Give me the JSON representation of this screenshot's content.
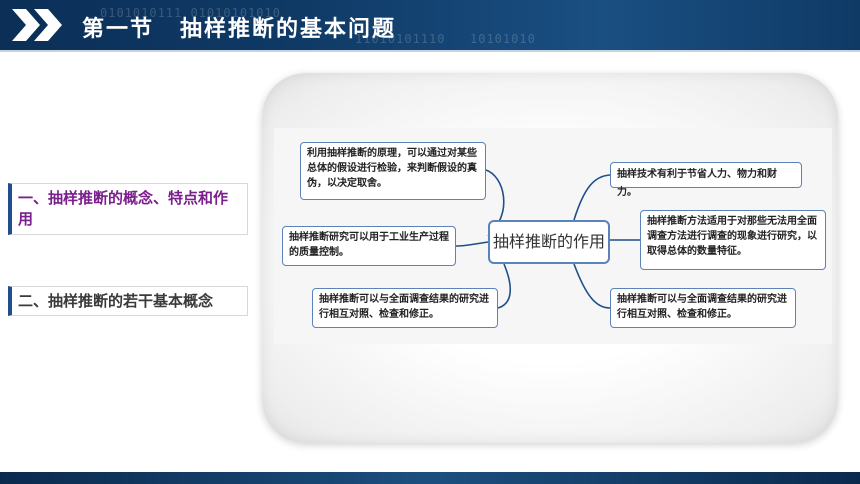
{
  "header": {
    "section": "第一节",
    "title": "抽样推断的基本问题",
    "binary_a": "0101010111 01010101010",
    "binary_b": "11010101110",
    "binary_c": "10101010"
  },
  "outline": [
    {
      "label": "一、抽样推断的概念、特点和作用"
    },
    {
      "label": "二、抽样推断的若干基本概念"
    }
  ],
  "diagram": {
    "center": "抽样推断的作用",
    "left_nodes": [
      {
        "text": "利用抽样推断的原理，可以通过对某些总体的假设进行检验，来判断假设的真伪，以决定取舍。"
      },
      {
        "text": "抽样推断研究可以用于工业生产过程的质量控制。"
      },
      {
        "text": "抽样推断可以与全面调查结果的研究进行相互对照、检查和修正。"
      }
    ],
    "right_nodes": [
      {
        "text": "抽样技术有利于节省人力、物力和财力。"
      },
      {
        "text": "抽样推断方法适用于对那些无法用全面调查方法进行调查的现象进行研究，以取得总体的数量特征。"
      },
      {
        "text": "抽样推断可以与全面调查结果的研究进行相互对照、检查和修正。"
      }
    ]
  },
  "colors": {
    "header_bg": "#0f3a66",
    "node_border": "#5b83b9",
    "connector": "#1f4f8a",
    "outline_active": "#7a1f8c"
  },
  "icons": {
    "header_arrow": "double-chevron-right-icon"
  }
}
